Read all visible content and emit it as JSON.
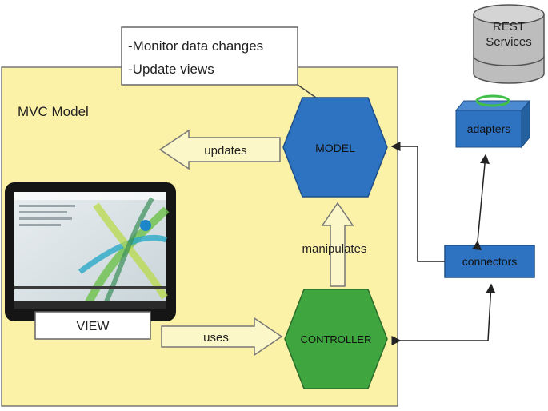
{
  "diagram": {
    "region_label": "MVC Model",
    "note": {
      "line1": "-Monitor data changes",
      "line2": "-Update views"
    },
    "nodes": {
      "model": {
        "label": "MODEL",
        "shape": "hexagon",
        "color": "#2e73c2"
      },
      "controller": {
        "label": "CONTROLLER",
        "shape": "hexagon",
        "color": "#3fa53e"
      },
      "view": {
        "label": "VIEW"
      },
      "rest": {
        "line1": "REST",
        "line2": "Services"
      },
      "adapters": {
        "label": "adapters",
        "color": "#2e73c2"
      },
      "connectors": {
        "label": "connectors",
        "color": "#2e73c2"
      }
    },
    "edges": {
      "updates": "updates",
      "manipulates": "manipulates",
      "uses": "uses"
    },
    "colors": {
      "model_region": "#fbf1a7",
      "arrow_fill": "#fbf7c8",
      "cylinder": "#bdbdbd",
      "adapter_ring": "#3fbf4a"
    }
  }
}
